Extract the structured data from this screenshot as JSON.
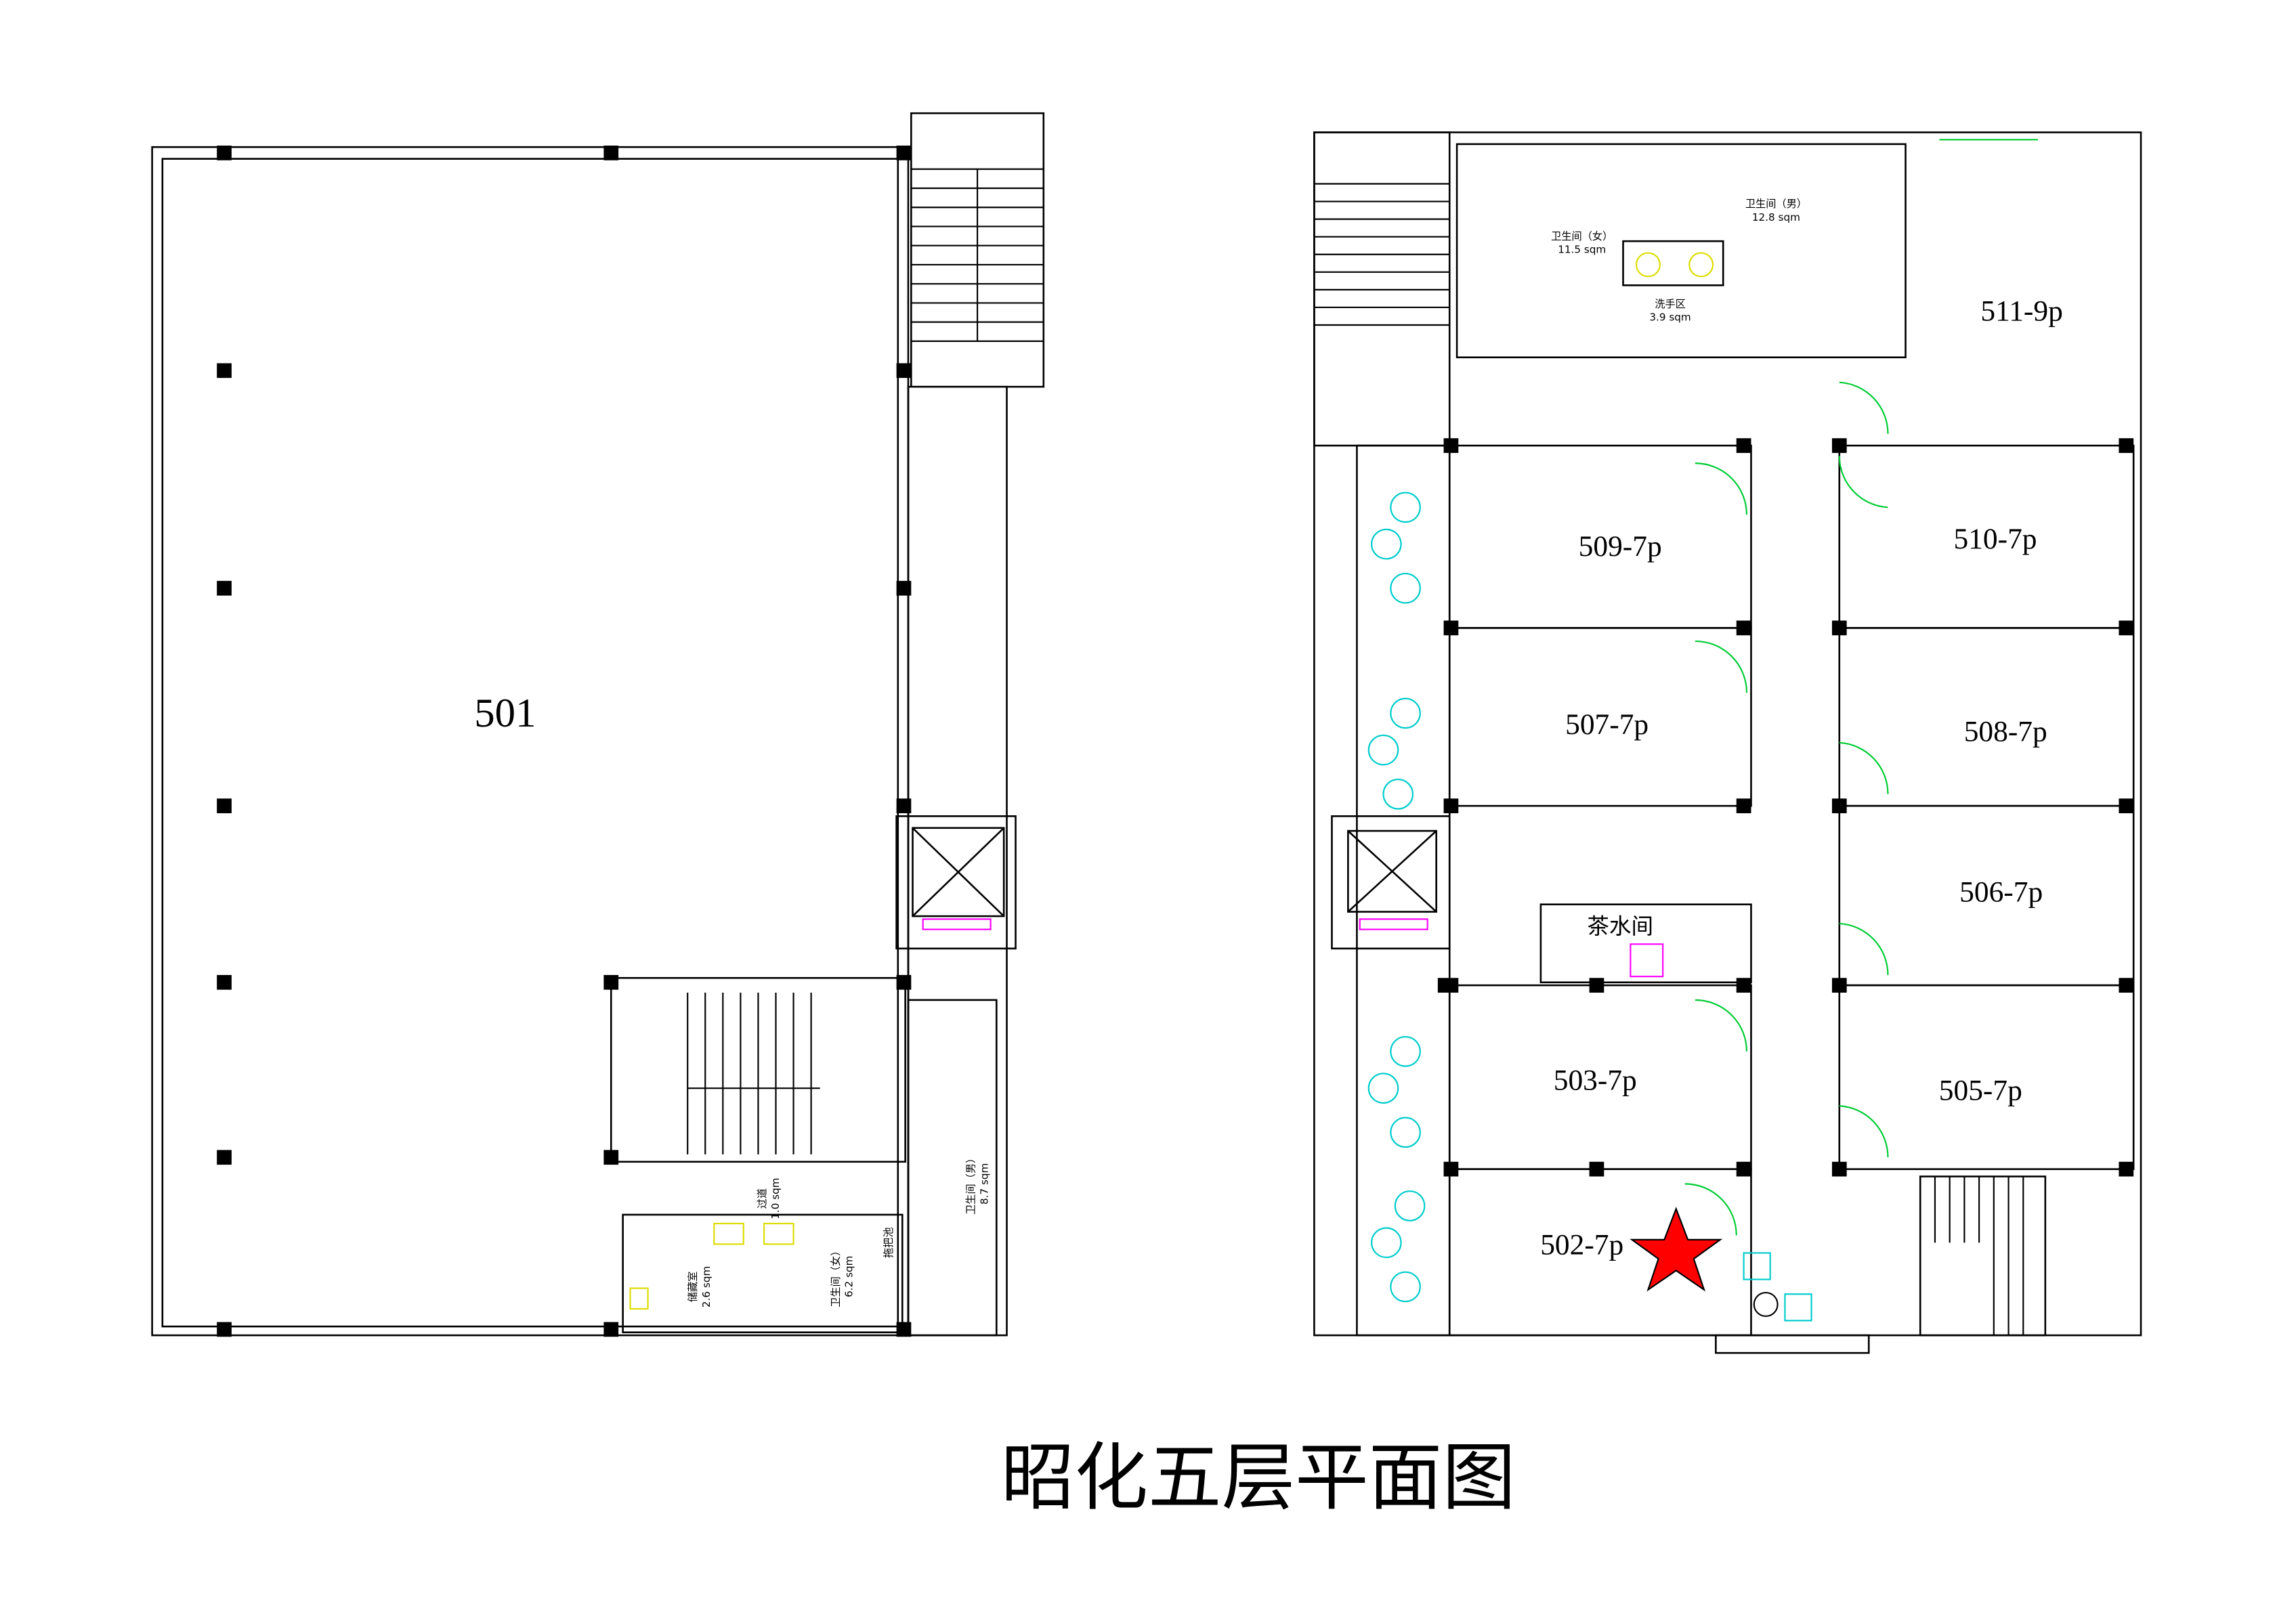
{
  "title": "昭化五层平面图",
  "left_building": {
    "hall": "501",
    "passage": {
      "name": "过道",
      "area": "1.0 sqm"
    },
    "storage": {
      "name": "储藏室",
      "area": "2.6 sqm"
    },
    "wc_female": {
      "name": "卫生间（女）",
      "area": "6.2 sqm"
    },
    "mop_sink": "拖把池",
    "wc_male": {
      "name": "卫生间（男）",
      "area": "8.7 sqm"
    }
  },
  "right_building": {
    "wc_female": {
      "name": "卫生间（女）",
      "area": "11.5 sqm"
    },
    "wc_male": {
      "name": "卫生间（男）",
      "area": "12.8 sqm"
    },
    "wash_area": {
      "name": "洗手区",
      "area": "3.9 sqm"
    },
    "tea_room": "茶水间",
    "rooms": [
      "511-9p",
      "509-7p",
      "510-7p",
      "507-7p",
      "508-7p",
      "506-7p",
      "503-7p",
      "505-7p",
      "502-7p"
    ]
  },
  "colors": {
    "marker_star": "#ff0000",
    "door": "#00cc33",
    "furniture": "#00cccc",
    "elevator_panel": "#ff00ff",
    "sink": "#dddd00"
  }
}
